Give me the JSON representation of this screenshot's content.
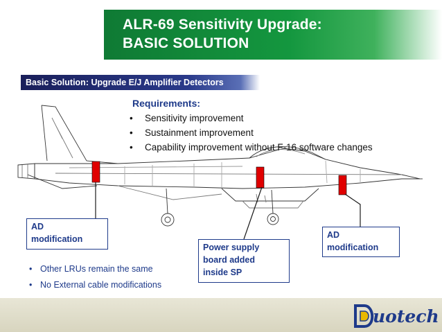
{
  "title": {
    "line1": "ALR-69 Sensitivity Upgrade:",
    "line2": "BASIC SOLUTION"
  },
  "subtitle": "Basic Solution: Upgrade E/J Amplifier Detectors",
  "requirements": {
    "heading": "Requirements:",
    "bullet": "•",
    "items": [
      "Sensitivity improvement",
      "Sustainment improvement",
      "Capability improvement without F-16 software changes"
    ]
  },
  "callouts": {
    "ad_left": {
      "line1": "AD",
      "line2": "modification"
    },
    "power_supply": {
      "line1": "Power supply",
      "line2": "board added",
      "line3": "inside SP"
    },
    "ad_right": {
      "line1": "AD",
      "line2": "modification"
    }
  },
  "notes": {
    "bullet": "•",
    "items": [
      "Other LRUs remain the same",
      "No External cable modifications"
    ]
  },
  "logo": {
    "text": "uotech",
    "letter": "D"
  },
  "colors": {
    "title_green": "#14973f",
    "subtitle_navy": "#1a1f5a",
    "text_blue": "#1e3a8a",
    "marker_red": "#e00000",
    "footer_tan": "#e0ddc9"
  }
}
